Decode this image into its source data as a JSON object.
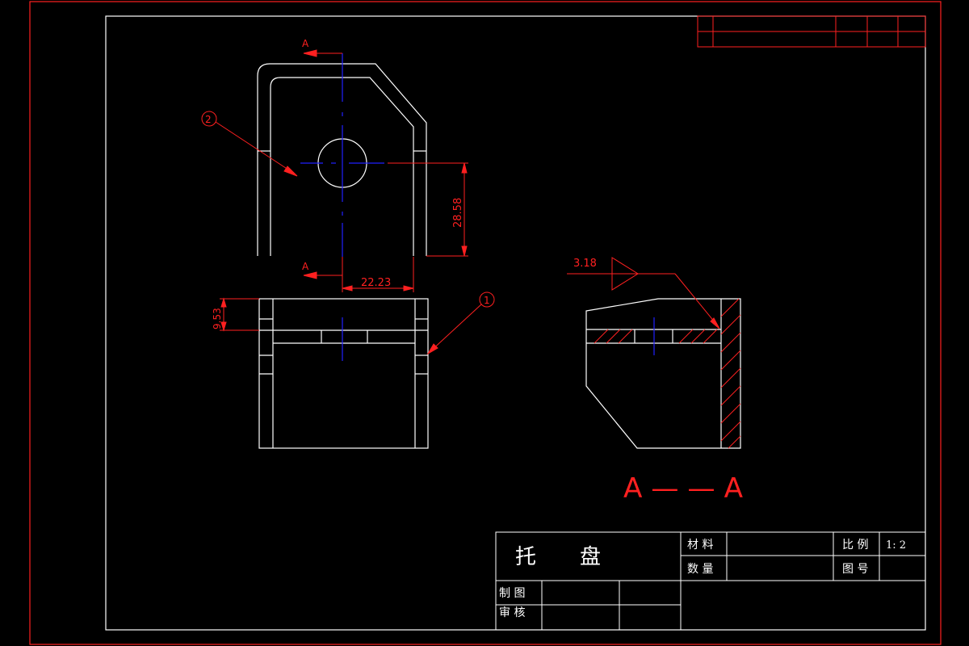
{
  "drawing": {
    "section_marks": {
      "top": "A",
      "bottom": "A"
    },
    "section_view_label": "A — — A",
    "dimensions": {
      "hole_center_height": "28.58",
      "hole_center_offset": "22.23",
      "slot_height": "9.53",
      "weld_size": "3.18"
    },
    "balloons": {
      "part_1": "1",
      "part_2": "2"
    }
  },
  "title_block": {
    "part_name_char1": "托",
    "part_name_char2": "盘",
    "material_label": "材 料",
    "material_value": "",
    "quantity_label": "数 量",
    "quantity_value": "",
    "scale_label": "比 例",
    "scale_value": "1: 2",
    "drawing_no_label": "图 号",
    "drawing_no_value": "",
    "drawn_label": "制 图",
    "checked_label": "审 核"
  },
  "colors": {
    "outline": "#ffffff",
    "annotation": "#ff2020",
    "centerline": "#2020ff",
    "border": "#ff2020",
    "background": "#000000"
  }
}
